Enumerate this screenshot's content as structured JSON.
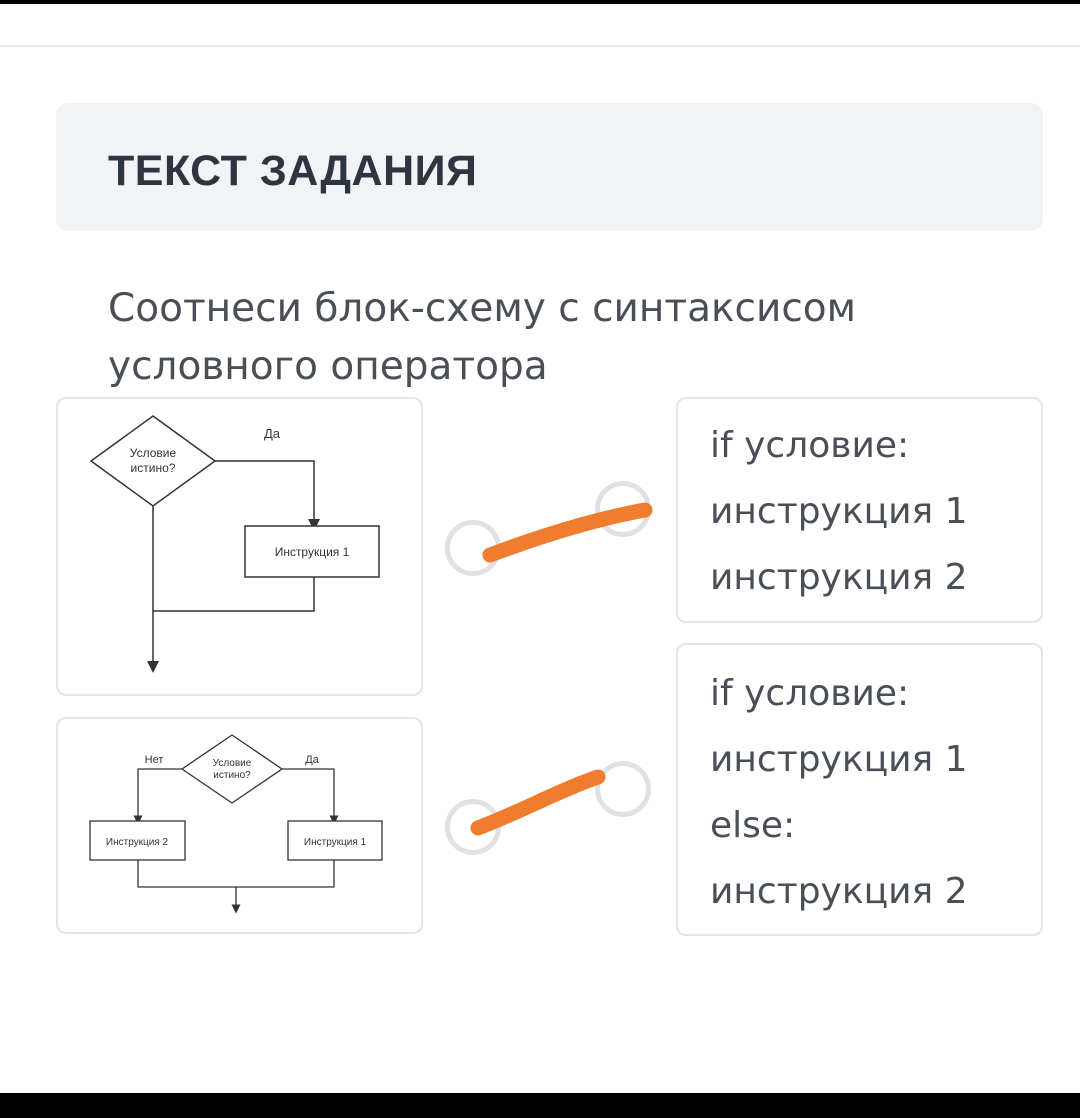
{
  "header": {
    "title": "ТЕКСТ ЗАДАНИЯ"
  },
  "question": {
    "text": "Соотнеси блок-схему с синтаксисом условного оператора"
  },
  "flowchart1": {
    "condition_line1": "Условие",
    "condition_line2": "истино?",
    "yes_label": "Да",
    "instruction1": "Инструкция 1"
  },
  "flowchart2": {
    "no_label": "Нет",
    "condition_line1": "Условие",
    "condition_line2": "истино?",
    "yes_label": "Да",
    "instruction1": "Инструкция 1",
    "instruction2": "Инструкция 2"
  },
  "answers": [
    {
      "lines": [
        "if условие:",
        "инструкция 1",
        "инструкция 2"
      ]
    },
    {
      "lines": [
        "if условие:",
        "инструкция 1",
        "else:",
        "инструкция 2"
      ]
    }
  ],
  "colors": {
    "connector_stroke": "#f07d2d",
    "radio_border": "#dfe1e5"
  }
}
